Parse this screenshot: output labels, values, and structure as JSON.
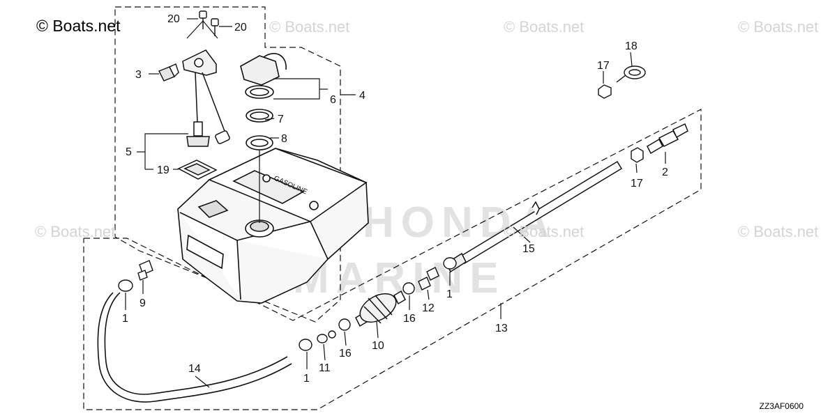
{
  "copyright": "© Boats.net",
  "watermark": "© Boats.net",
  "brand_watermark": [
    "HONDA",
    "MARINE"
  ],
  "diagram_code": "ZZ3AF0600",
  "tank_text": "GASOLINE",
  "callouts": {
    "c1a": "1",
    "c1b": "1",
    "c1c": "1",
    "c2": "2",
    "c3": "3",
    "c4": "4",
    "c5": "5",
    "c6": "6",
    "c7": "7",
    "c8": "8",
    "c9": "9",
    "c10": "10",
    "c11": "11",
    "c12": "12",
    "c13": "13",
    "c14": "14",
    "c15": "15",
    "c16a": "16",
    "c16b": "16",
    "c17a": "17",
    "c17b": "17",
    "c18": "18",
    "c19": "19",
    "c20a": "20",
    "c20b": "20"
  },
  "colors": {
    "line": "#111111",
    "watermark": "#d4d4d4",
    "background": "#ffffff"
  }
}
